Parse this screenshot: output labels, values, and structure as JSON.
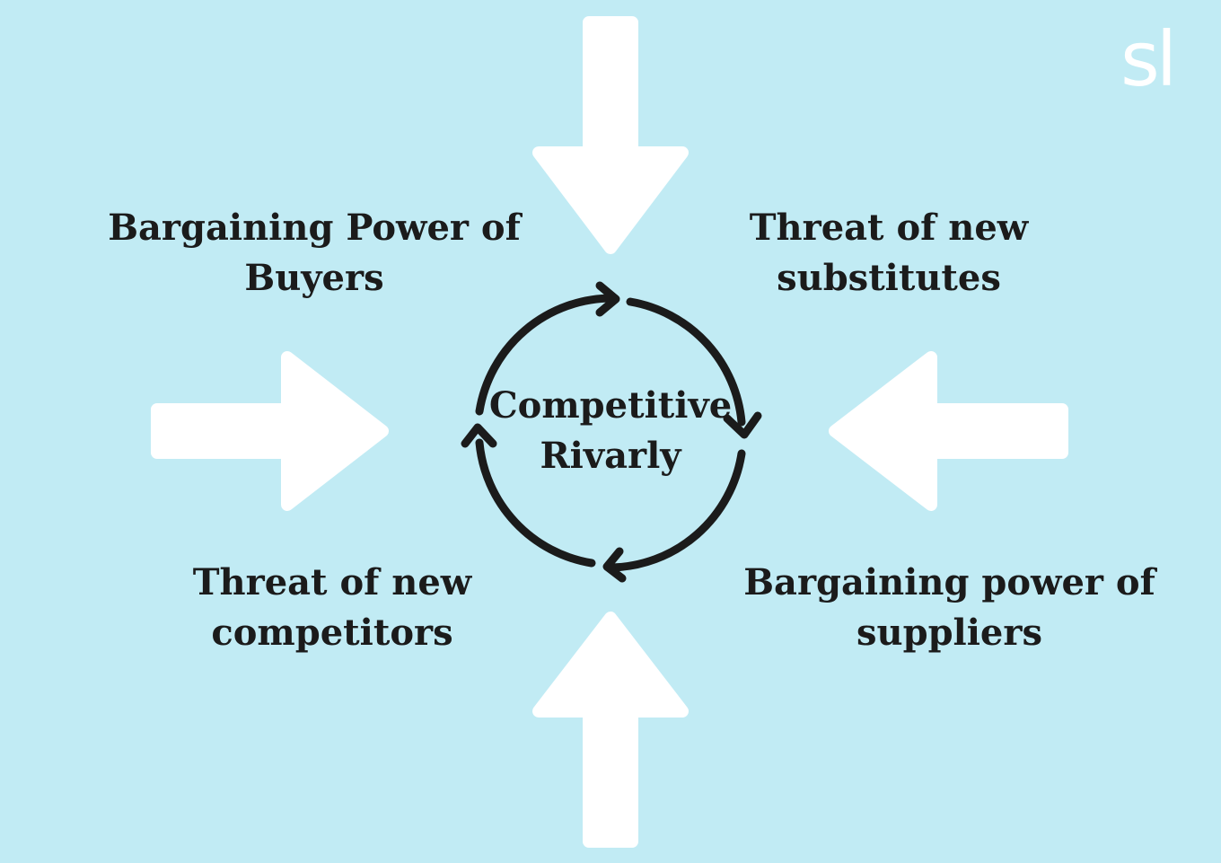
{
  "logo": {
    "text": "sl"
  },
  "forces": {
    "top_left": {
      "line1": "Bargaining Power of",
      "line2": "Buyers"
    },
    "top_right": {
      "line1": "Threat of new",
      "line2": "substitutes"
    },
    "bottom_left": {
      "line1": "Threat of new",
      "line2": "competitors"
    },
    "bottom_right": {
      "line1": "Bargaining power of",
      "line2": "suppliers"
    }
  },
  "center": {
    "line1": "Competitive",
    "line2": "Rivarly"
  },
  "colors": {
    "background": "#c1ebf4",
    "arrow": "#ffffff",
    "cycle": "#1b1b1b",
    "text": "#1b1b1b"
  },
  "icons": {
    "inward_arrows": [
      "arrow-down-icon",
      "arrow-up-icon",
      "arrow-right-icon",
      "arrow-left-icon"
    ],
    "cycle": "cycle-arrows-icon"
  }
}
